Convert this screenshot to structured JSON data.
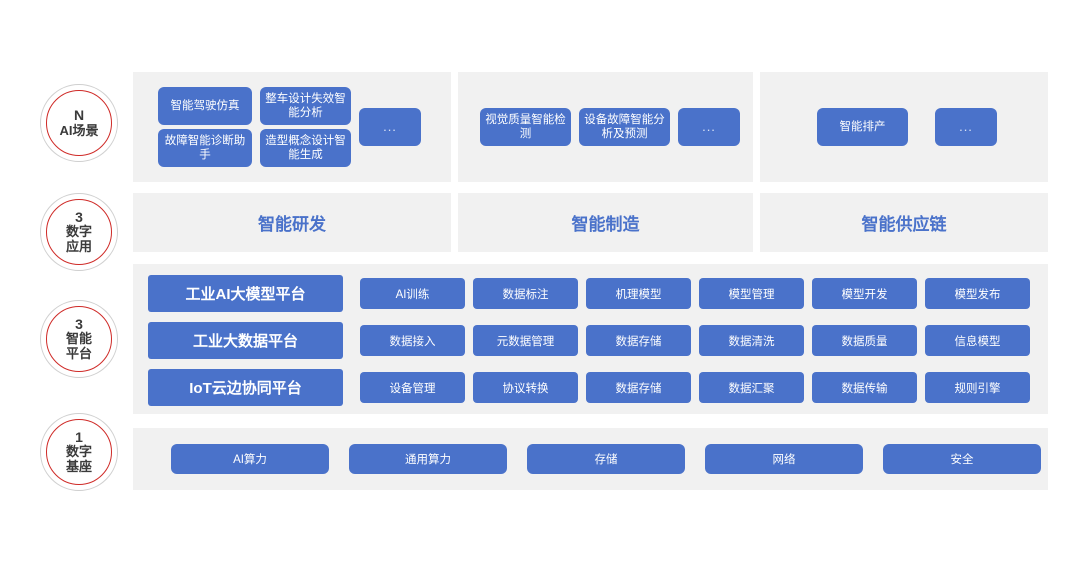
{
  "axis_labels": [
    {
      "num": "N",
      "name": "AI场景",
      "lines": [
        "AI场景"
      ]
    },
    {
      "num": "3",
      "name": "数字应用",
      "lines": [
        "数字",
        "应用"
      ]
    },
    {
      "num": "3",
      "name": "智能平台",
      "lines": [
        "智能",
        "平台"
      ]
    },
    {
      "num": "1",
      "name": "数字基座",
      "lines": [
        "数字",
        "基座"
      ]
    }
  ],
  "colors": {
    "accent_blue": "#4a72ca",
    "panel_gray": "#f1f1f1",
    "ring_red": "#cf2a27",
    "ring_gray": "#cfcfcf",
    "text_dark": "#3b3b3b",
    "box_text": "#ffffff"
  },
  "scenario_row": {
    "groups": [
      {
        "name": "research-scenarios",
        "items": [
          "智能驾驶仿真",
          "整车设计失效智能分析",
          "故障智能诊断助手",
          "造型概念设计智能生成"
        ],
        "more": "..."
      },
      {
        "name": "manufacturing-scenarios",
        "items": [
          "视觉质量智能检测",
          "设备故障智能分析及预测"
        ],
        "more": "..."
      },
      {
        "name": "supplychain-scenarios",
        "items": [
          "智能排产"
        ],
        "more": "..."
      }
    ]
  },
  "application_row": {
    "items": [
      "智能研发",
      "智能制造",
      "智能供应链"
    ]
  },
  "platform_section": {
    "rows": [
      {
        "label": "工业AI大模型平台",
        "capabilities": [
          "AI训练",
          "数据标注",
          "机理模型",
          "模型管理",
          "模型开发",
          "模型发布"
        ]
      },
      {
        "label": "工业大数据平台",
        "capabilities": [
          "数据接入",
          "元数据管理",
          "数据存储",
          "数据清洗",
          "数据质量",
          "信息模型"
        ]
      },
      {
        "label": "IoT云边协同平台",
        "capabilities": [
          "设备管理",
          "协议转换",
          "数据存储",
          "数据汇聚",
          "数据传输",
          "规则引擎"
        ]
      }
    ]
  },
  "base_section": {
    "items": [
      "AI算力",
      "通用算力",
      "存储",
      "网络",
      "安全"
    ]
  }
}
